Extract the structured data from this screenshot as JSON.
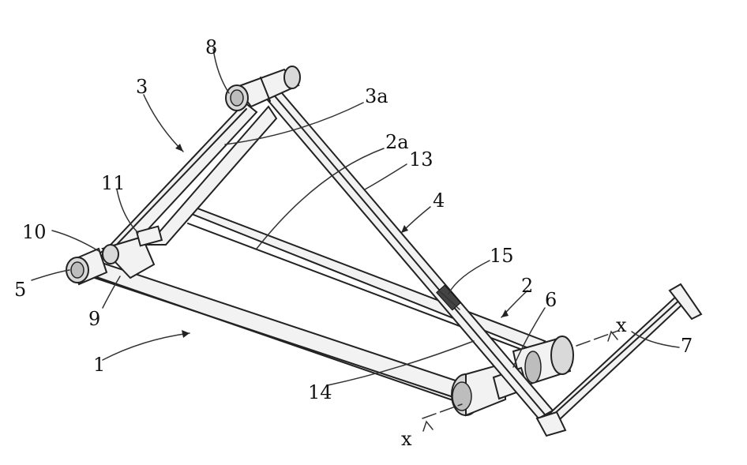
{
  "labels": {
    "l1": "1",
    "l2": "2",
    "l2a": "2a",
    "l3": "3",
    "l3a": "3a",
    "l4": "4",
    "l5": "5",
    "l6": "6",
    "l7": "7",
    "l8": "8",
    "l9": "9",
    "l10": "10",
    "l11": "11",
    "l13": "13",
    "l14": "14",
    "l15": "15",
    "x_top": "x",
    "x_bottom": "x"
  }
}
